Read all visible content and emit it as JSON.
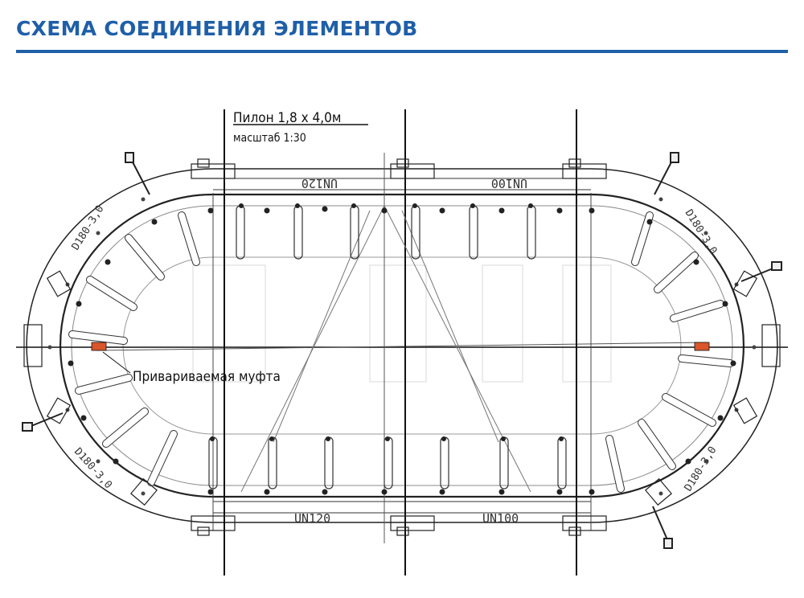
{
  "header": {
    "title": "СХЕМА СОЕДИНЕНИЯ ЭЛЕМЕНТОВ",
    "title_color": "#1f5fa8",
    "rule_color": "#1f5fa8"
  },
  "drawing": {
    "heading": "Пилон 1,8 х 4,0м",
    "scale": "масштаб 1:30",
    "coupler_label": "Привариваемая муфта",
    "profile_top_left": "UN120",
    "profile_top_right": "UN100",
    "profile_bottom_left": "UN120",
    "profile_bottom_right": "UN100",
    "arc_label_tl": "D180-3,0",
    "arc_label_tr": "D180-3,0",
    "arc_label_bl": "D180-3,0",
    "arc_label_br": "D180-3,0",
    "line_color": "#111111",
    "accent_color": "#d9562a"
  }
}
